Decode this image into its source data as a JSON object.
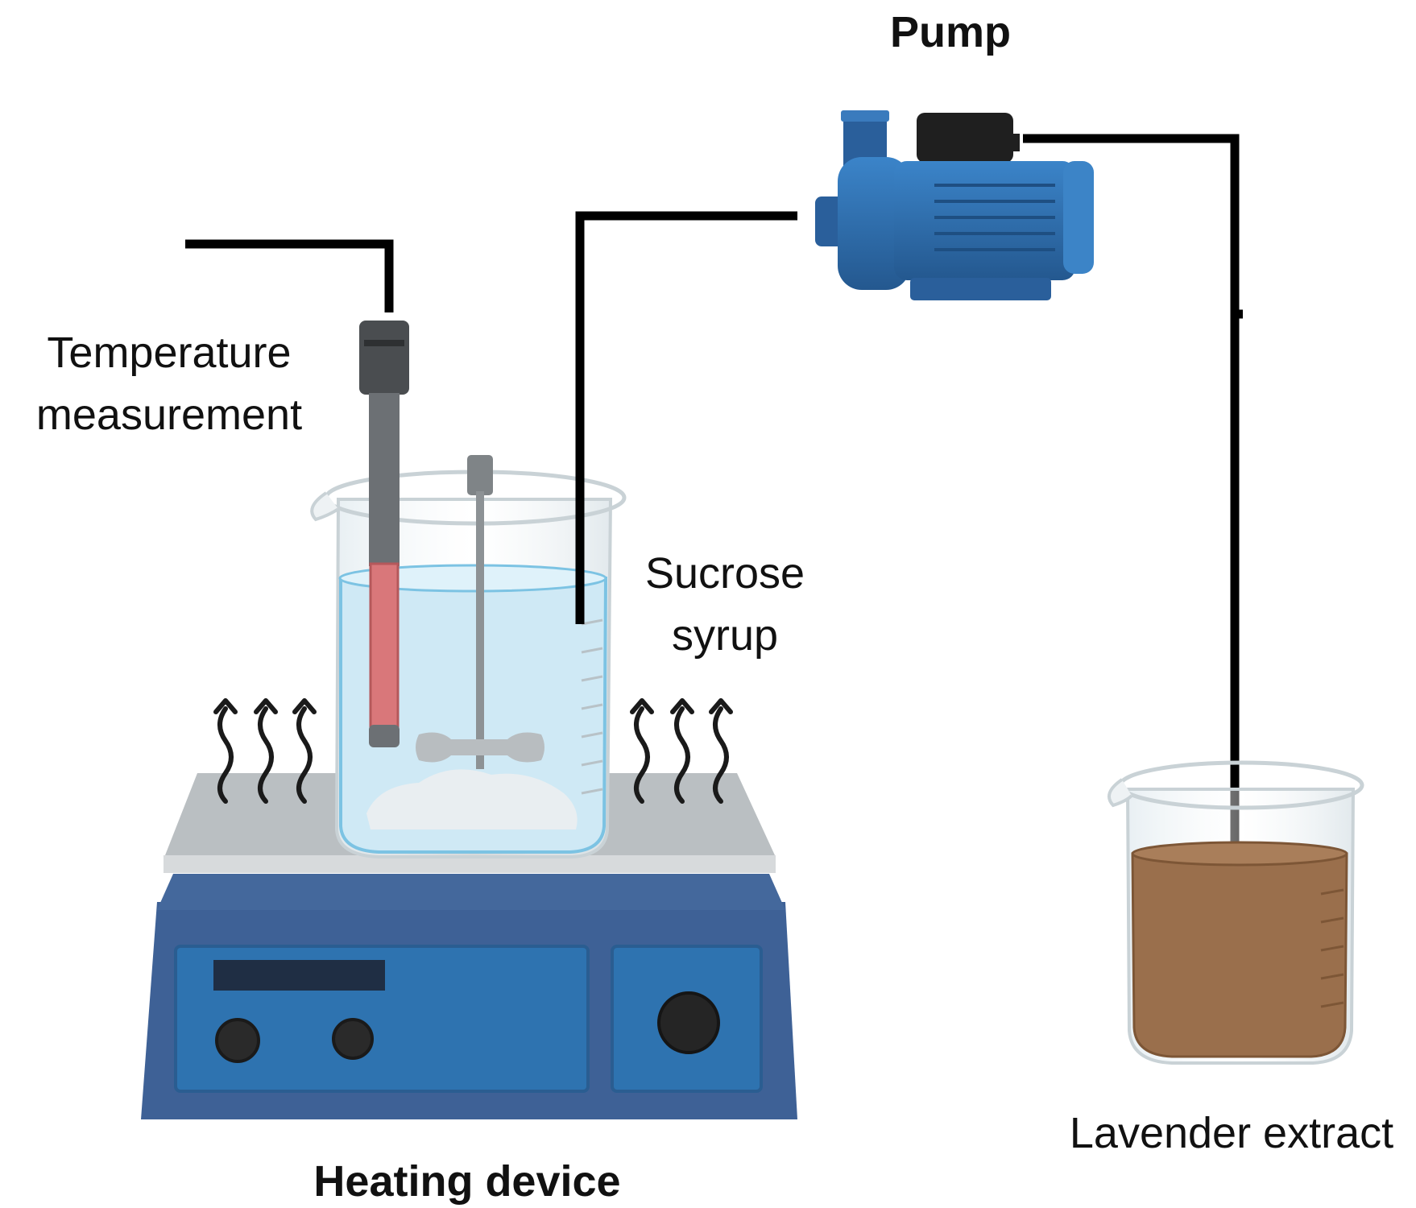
{
  "labels": {
    "pump": "Pump",
    "temperature_line1": "Temperature",
    "temperature_line2": "measurement",
    "sucrose_line1": "Sucrose",
    "sucrose_line2": "syrup",
    "heating": "Heating device",
    "lavender": "Lavender extract"
  },
  "colors": {
    "pump_blue": "#2e6fb3",
    "heater_blue": "#2f6fa8",
    "heater_frame": "#3d5f94",
    "plate_gray": "#b9bec1",
    "liquid_blue": "#cfe9f5",
    "extract_brown": "#9a6f4c",
    "tube": "#000000",
    "probe_red": "#d9777a"
  }
}
